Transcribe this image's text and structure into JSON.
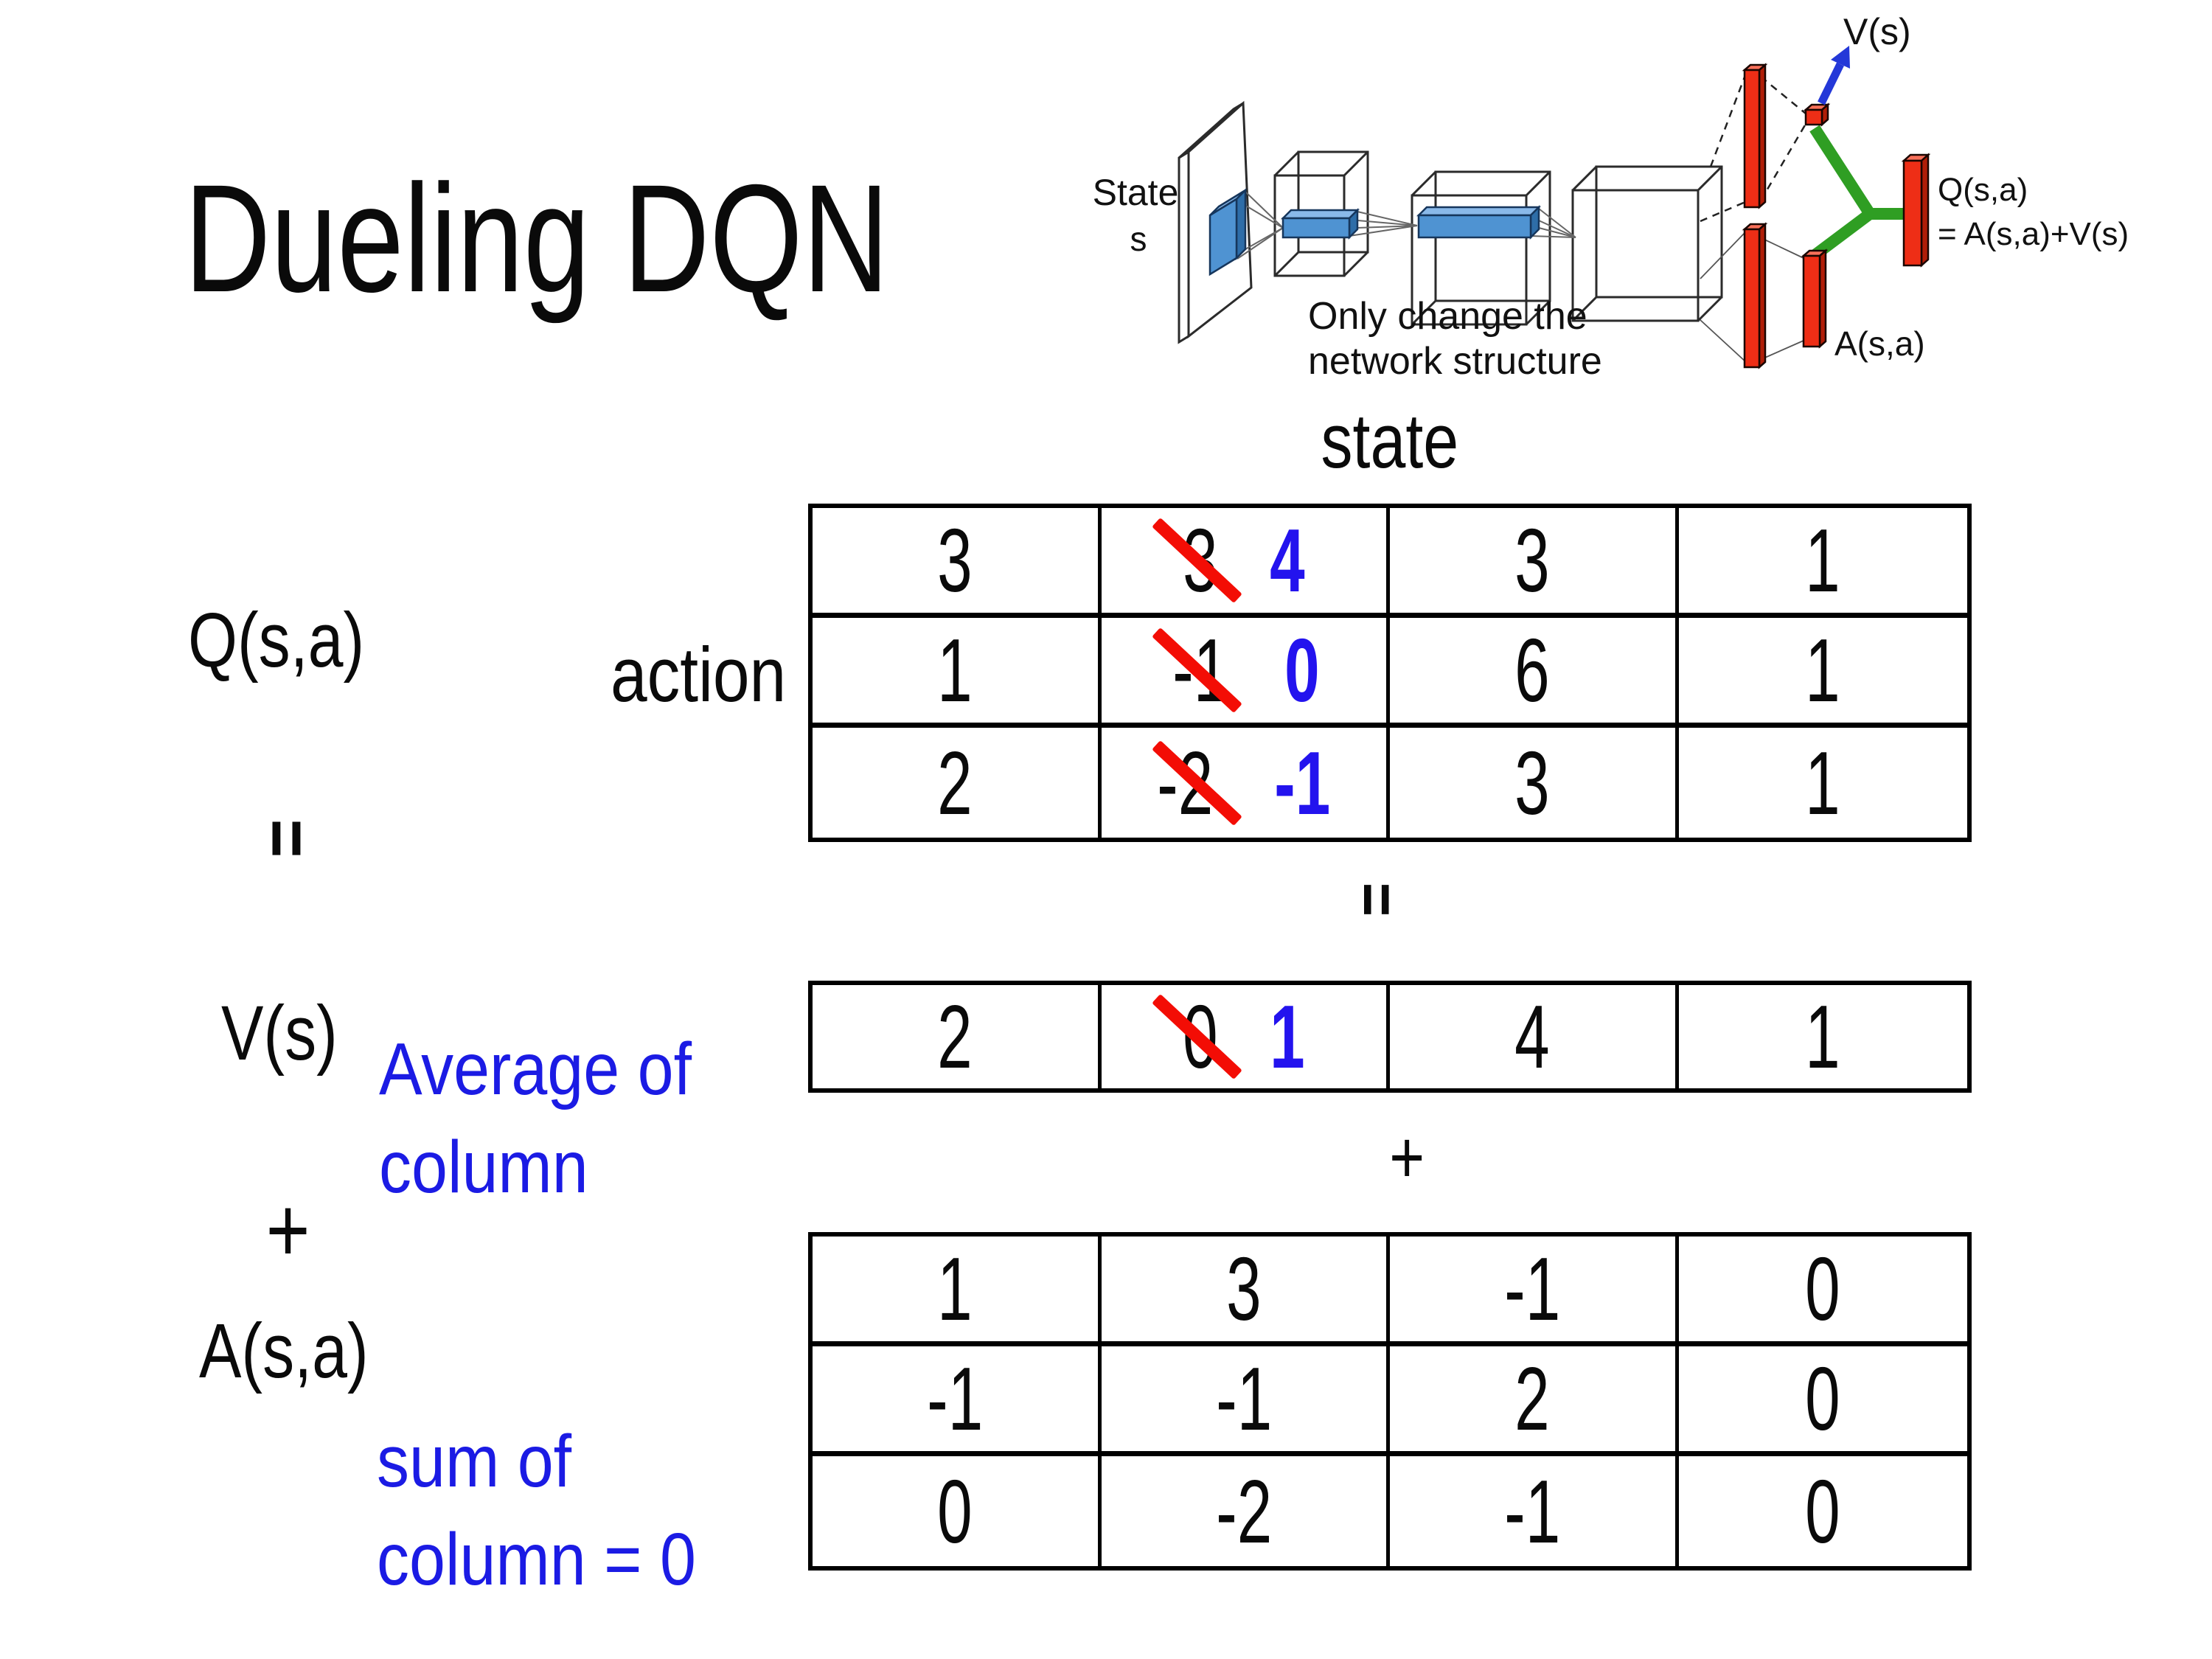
{
  "title": "Dueling DQN",
  "diagram": {
    "state_line1": "State",
    "state_line2": "s",
    "caption_line1": "Only change the",
    "caption_line2": "network structure",
    "v_out": "V(s)",
    "q_out": "Q(s,a)",
    "q_formula": "= A(s,a)+V(s)",
    "a_out": "A(s,a)"
  },
  "equation": {
    "q_label": "Q(s,a)",
    "v_label": "V(s)",
    "a_label": "A(s,a)",
    "action_label": "action",
    "state_label": "state",
    "equals_left": "=",
    "equals_mid": "=",
    "plus_left": "+",
    "plus_mid": "+",
    "avg_line1": "Average of",
    "avg_line2": "column",
    "sum_line1": "sum of",
    "sum_line2": "column = 0"
  },
  "q_table": {
    "rows": [
      [
        "3",
        {
          "old": "3",
          "new": "4"
        },
        "3",
        "1"
      ],
      [
        "1",
        {
          "old": "-1",
          "new": "0"
        },
        "6",
        "1"
      ],
      [
        "2",
        {
          "old": "-2",
          "new": "-1"
        },
        "3",
        "1"
      ]
    ]
  },
  "v_table": {
    "row": [
      "2",
      {
        "old": "0",
        "new": "1"
      },
      "4",
      "1"
    ]
  },
  "a_table": {
    "rows": [
      [
        "1",
        "3",
        "-1",
        "0"
      ],
      [
        "-1",
        "-1",
        "2",
        "0"
      ],
      [
        "0",
        "-2",
        "-1",
        "0"
      ]
    ]
  },
  "colors": {
    "annotation_blue": "#1b1be4",
    "value_blue": "#2313ee",
    "strike_red": "#f30d05",
    "bar_red": "#ee2e16",
    "link_green": "#2f9e23",
    "arrow_blue": "#2438d8",
    "conv_blue": "#4f93d2",
    "text_black": "#0a0a0a"
  }
}
